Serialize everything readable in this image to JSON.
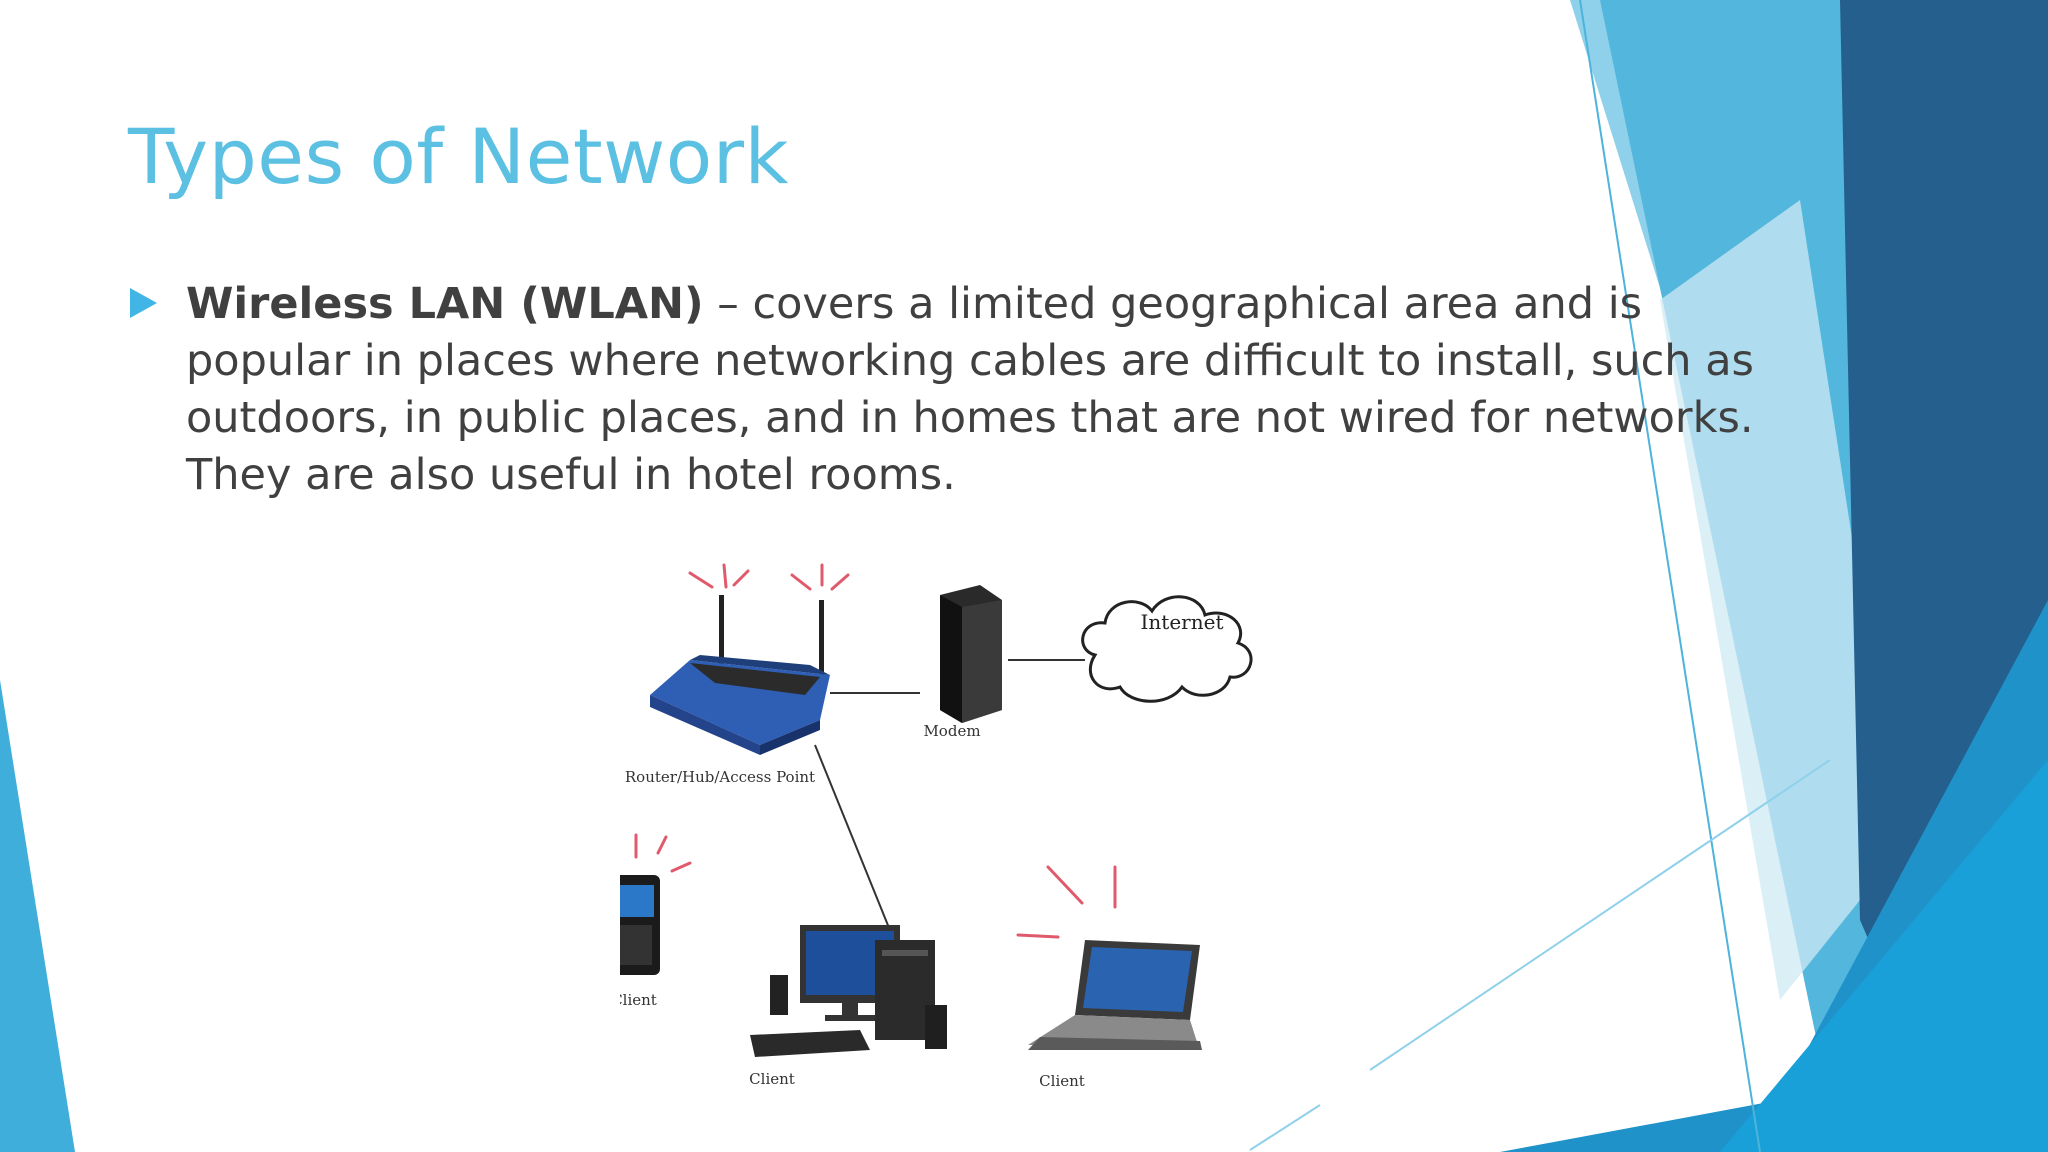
{
  "slide": {
    "title": "Types of Network",
    "bullet": {
      "term": "Wireless LAN (WLAN)",
      "text": " – covers a limited geographical area and is popular in places where networking cables are difficult to install, such as outdoors, in public places, and in homes that are not wired for networks. They are also useful in hotel rooms."
    }
  },
  "diagram": {
    "labels": {
      "internet": "Internet",
      "modem": "Modem",
      "router": "Router/Hub/Access Point",
      "client_phone": "Client",
      "client_desktop": "Client",
      "client_laptop": "Client"
    }
  },
  "colors": {
    "title": "#5bc0e2",
    "body_text": "#404040",
    "bullet": "#41b6e6",
    "accent_light": "#7dc8e6",
    "accent_mid": "#2aa3d5",
    "accent_dark": "#245f8e",
    "signal": "#e05a6c"
  }
}
